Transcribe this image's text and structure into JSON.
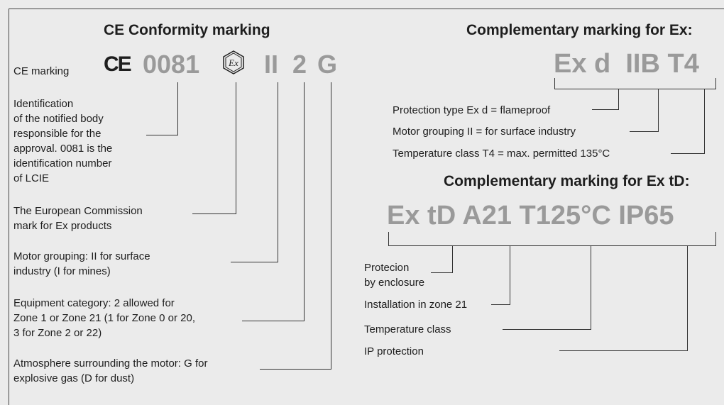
{
  "left": {
    "title": "CE Conformity marking",
    "ce_marking_label": "CE marking",
    "ce_symbol": "CE",
    "notified_body": "0081",
    "ex_mark_symbol": "Ex",
    "group": "II",
    "category": "2",
    "atmosphere": "G",
    "notes": [
      "Identification",
      "of the notified body",
      "responsible for the",
      "approval. 0081 is the",
      "identification number",
      "of LCIE",
      "The European Commission",
      "mark for Ex products",
      "Motor grouping: II for surface",
      "industry (I for mines)",
      "Equipment category: 2 allowed for",
      "Zone 1 or Zone 21 (1 for Zone 0 or 20,",
      "3 for Zone 2 or 22)",
      "Atmosphere surrounding the motor: G for",
      "explosive gas (D for dust)"
    ]
  },
  "ex": {
    "title": "Complementary marking for Ex:",
    "marking": "Ex d  IIB T4",
    "notes": [
      "Protection type Ex d = flameproof",
      "Motor grouping II = for surface industry",
      "Temperature class T4 = max. permitted 135°C"
    ]
  },
  "extd": {
    "title": "Complementary marking for Ex tD:",
    "marking": "Ex tD A21 T125°C IP65",
    "notes": [
      "Protecion",
      "by enclosure",
      "Installation in zone 21",
      "Temperature class",
      "IP protection"
    ]
  },
  "colors": {
    "background": "#ebebeb",
    "marking_text": "#9a9a9a",
    "text": "#1e1e1e",
    "lines": "#333333"
  }
}
